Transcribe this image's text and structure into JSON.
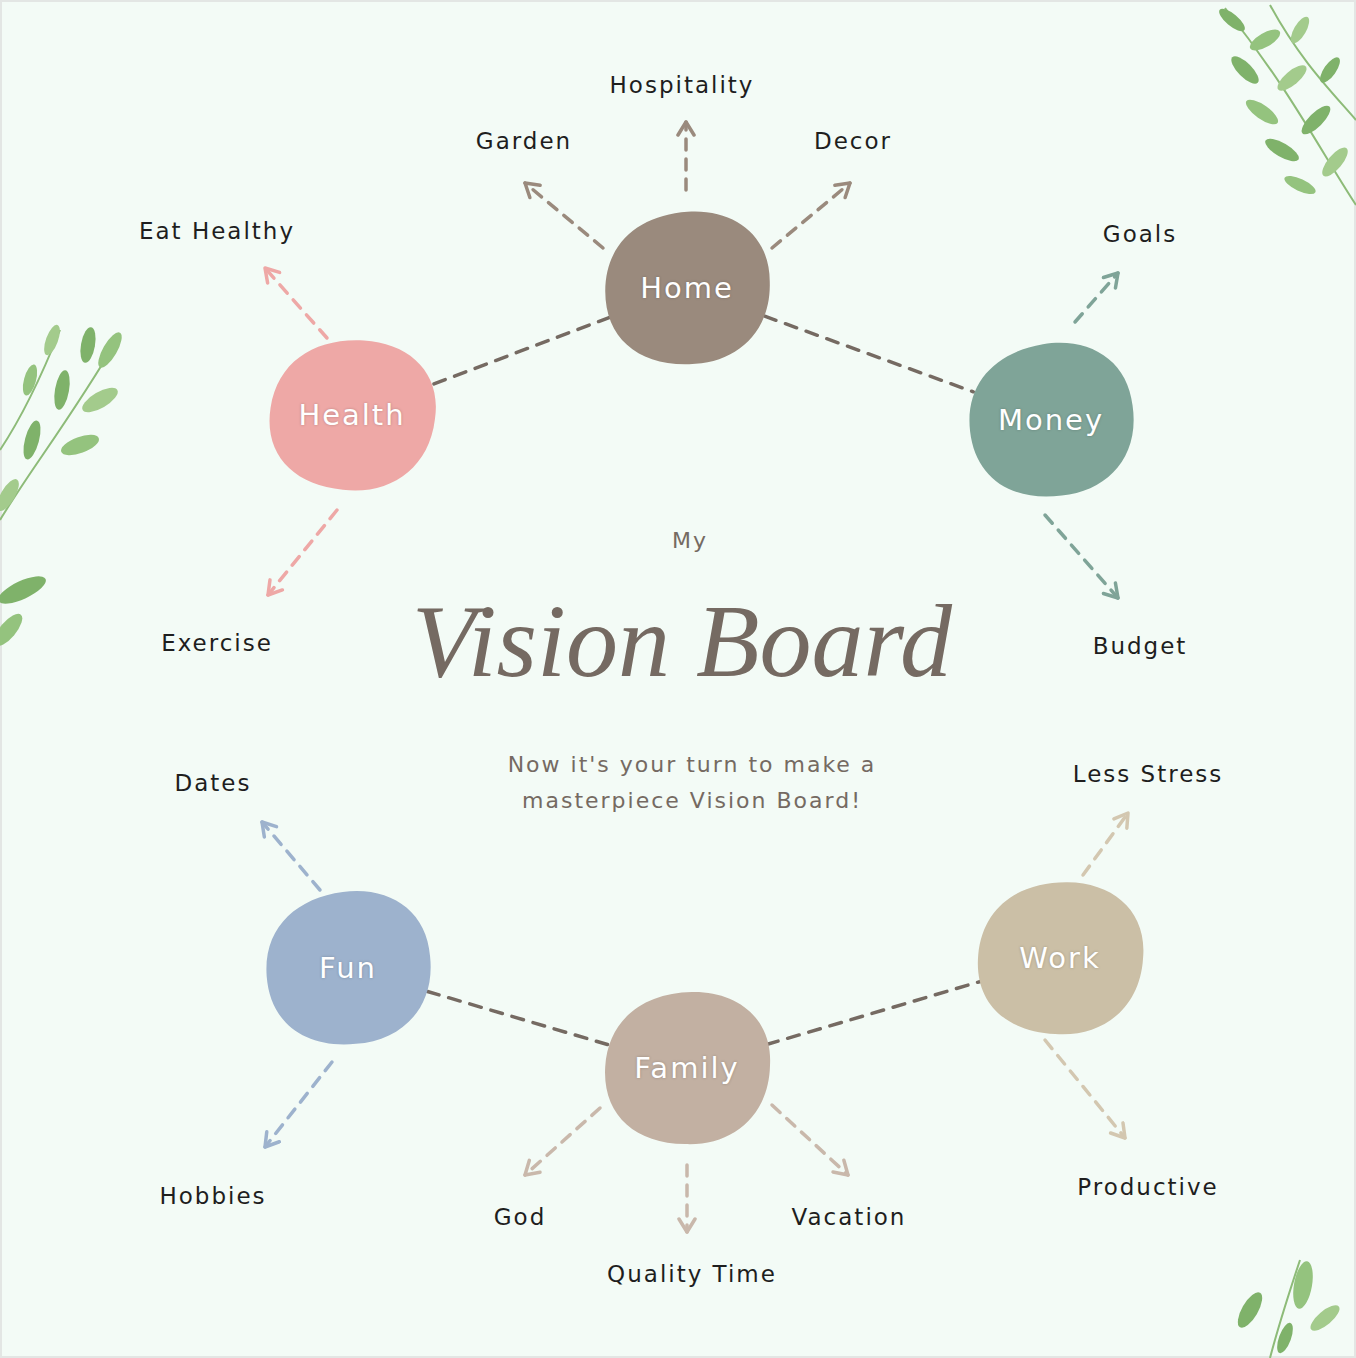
{
  "diagram": {
    "title": "Vision Board",
    "caption": "Now it's your turn to make a masterpiece Vision Board!",
    "nodes": [
      {
        "text": [
          "Home"
        ]
      },
      {
        "text": [
          "Health"
        ]
      },
      {
        "text": [
          "Money"
        ]
      },
      {
        "text": [
          "Work"
        ]
      },
      {
        "text": [
          "Fun"
        ]
      },
      {
        "text": [
          "Family"
        ]
      }
    ],
    "edges": [
      {
        "from": 0,
        "to": 1,
        "arrow": "none"
      },
      {
        "from": 0,
        "to": 2,
        "arrow": "none"
      },
      {
        "from": 4,
        "to": 5,
        "arrow": "none"
      },
      {
        "from": 5,
        "to": 3,
        "arrow": "none"
      }
    ],
    "labels": [
      "Hospitality",
      "Garden",
      "Decor",
      "Eat Healthy",
      "Goals",
      "My",
      "Exercise",
      "Budget",
      "Dates",
      "Less Stress",
      "Hobbies",
      "Productive",
      "God",
      "Vacation",
      "Quality Time"
    ]
  }
}
